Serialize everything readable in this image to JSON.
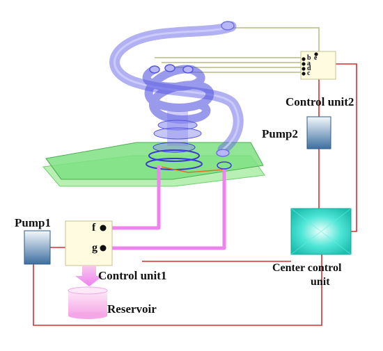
{
  "labels": {
    "control_unit2": "Control unit2",
    "pump2": "Pump2",
    "pump1": "Pump1",
    "control_unit1": "Control unit1",
    "center_control_line1": "Center control",
    "center_control_line2": "unit",
    "reservoir": "Reservoir"
  },
  "ports": {
    "unit2": [
      "b",
      "e",
      "a",
      "d",
      "c"
    ],
    "unit1": [
      "f",
      "g"
    ]
  },
  "colors": {
    "wire": "#d32f2f",
    "hose": "#ee82ee",
    "sensor_line": "#c8cca0",
    "board": "#7ee081",
    "helix": "#6f6fe8",
    "center_unit": "#29e0d0",
    "pump": "#3d6fa0",
    "control_box": "#fffbe0",
    "reservoir": "#f5a6e6"
  }
}
